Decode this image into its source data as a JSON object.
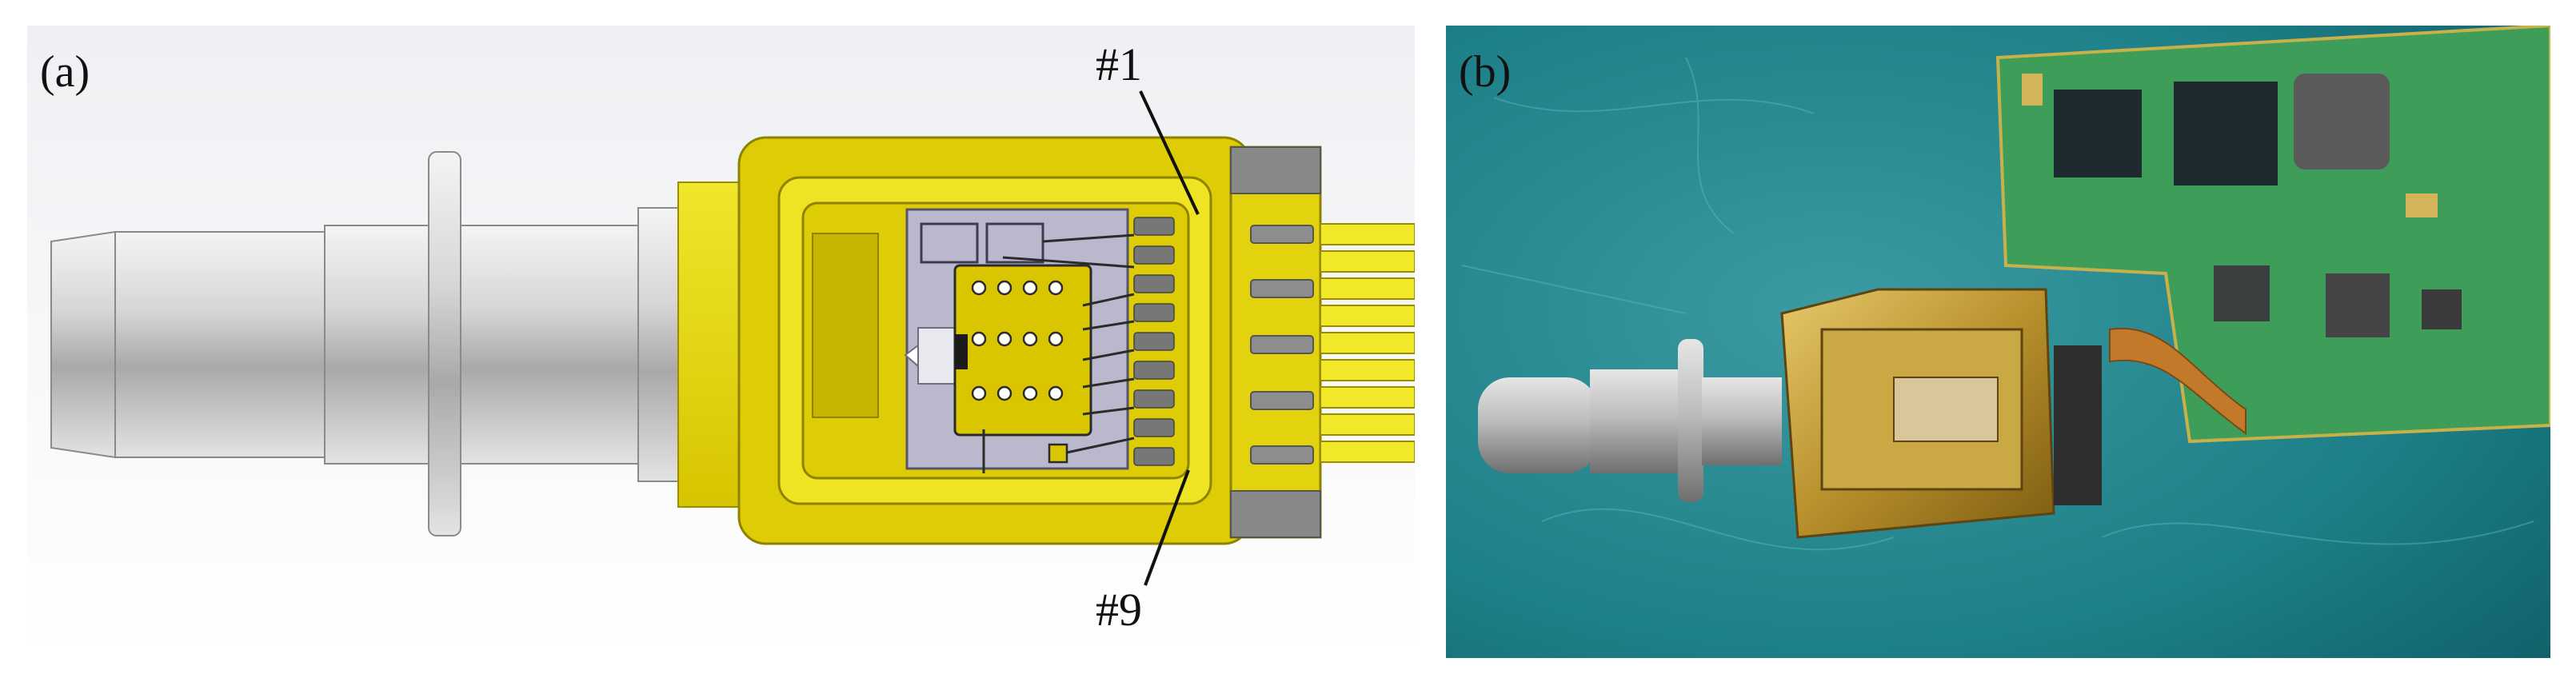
{
  "panels": [
    {
      "tag": "(a)",
      "callouts": [
        "#1",
        "#9"
      ]
    },
    {
      "tag": "(b)"
    }
  ],
  "colors": {
    "housing_gold": "#d9c600",
    "housing_light": "#f2ea2a",
    "steel": "#cfcfcf",
    "ceramic": "#b7b6c9",
    "board_teal": "#1d7f87",
    "pcb_green": "#3f9d5a"
  }
}
